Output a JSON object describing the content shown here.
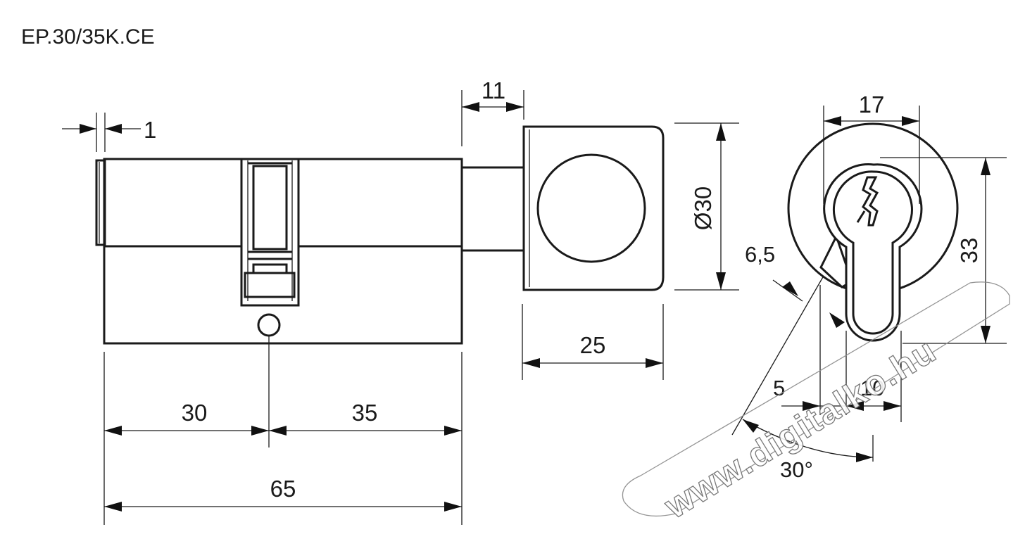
{
  "title": "EP.30/35K.CE",
  "dimensions": {
    "rim": "1",
    "knob_stem": "11",
    "knob_diameter": "Ø30",
    "knob_length": "25",
    "left_length": "30",
    "right_length": "35",
    "total_length": "65",
    "front_width": "17",
    "front_height": "33",
    "cam_offset": "6,5",
    "profile_5": "5",
    "profile_10": "10",
    "cam_angle": "30°"
  },
  "watermark": "www.digitalko.hu"
}
